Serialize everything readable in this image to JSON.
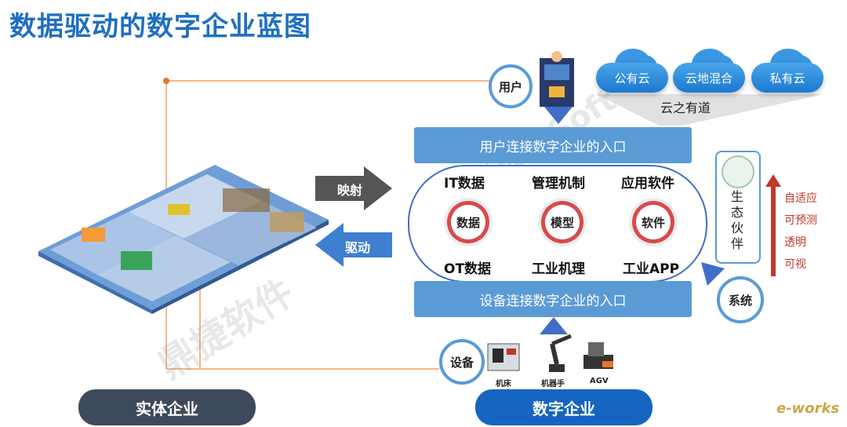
{
  "title": "数据驱动的数字企业蓝图",
  "user": {
    "label": "用户"
  },
  "clouds": [
    {
      "label": "公有云"
    },
    {
      "label": "云地混合"
    },
    {
      "label": "私有云"
    }
  ],
  "cloud_caption": "云之有道",
  "top_bar": "用户连接数字企业的入口",
  "bottom_bar": "设备连接数字企业的入口",
  "top_labels": [
    "IT数据",
    "管理机制",
    "应用软件"
  ],
  "gears": [
    "数据",
    "模型",
    "软件"
  ],
  "bottom_labels": [
    "OT数据",
    "工业机理",
    "工业APP"
  ],
  "arrow_map": "映射",
  "arrow_drive": "驱动",
  "ecosystem": "生态伙伴",
  "system": "系统",
  "benefits": [
    "自适应",
    "可预测",
    "透明",
    "可视"
  ],
  "device": {
    "label": "设备",
    "items": [
      "机床",
      "机器手",
      "AGV"
    ]
  },
  "physical_enterprise": "实体企业",
  "digital_enterprise": "数字企业",
  "watermark": [
    "鼎捷软件",
    "DigiwinSoft"
  ],
  "logo": "e-works",
  "colors": {
    "accent": "#5b9bd5",
    "title": "#1e6fc1",
    "dark_pill": "#3d4a5c",
    "blue_pill": "#1565c0",
    "benefit": "#c0392b"
  }
}
